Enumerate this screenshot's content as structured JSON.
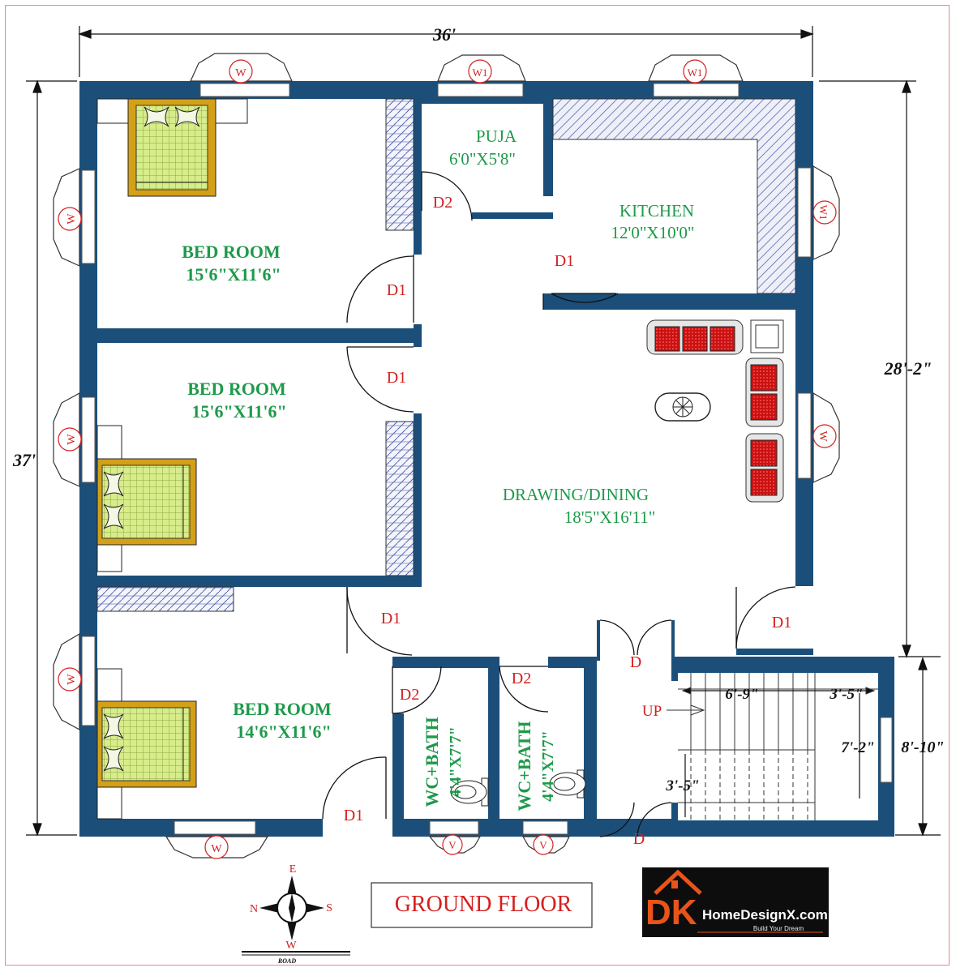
{
  "dimensions": {
    "width": "36'",
    "depth": "37'",
    "right_upper": "28'-2\"",
    "right_lower": "8'-10\"",
    "stair_width": "6'-9\"",
    "stair_landing": "3'-5\"",
    "stair_run": "7'-2\"",
    "stair_lower": "3'-5\""
  },
  "rooms": {
    "bed1": {
      "name": "BED ROOM",
      "size": "15'6\"X11'6\""
    },
    "bed2": {
      "name": "BED ROOM",
      "size": "15'6\"X11'6\""
    },
    "bed3": {
      "name": "BED ROOM",
      "size": "14'6\"X11'6\""
    },
    "puja": {
      "name": "PUJA",
      "size": "6'0\"X5'8\""
    },
    "kitchen": {
      "name": "KITCHEN",
      "size": "12'0\"X10'0\""
    },
    "drawing": {
      "name": "DRAWING/DINING",
      "size": "18'5\"X16'11\""
    },
    "wc1": {
      "name": "WC+BATH",
      "size": "4'4\"X7'7\""
    },
    "wc2": {
      "name": "WC+BATH",
      "size": "4'4\"X7'7\""
    }
  },
  "doors": {
    "d1": "D1",
    "d2": "D2",
    "d": "D"
  },
  "windows": {
    "w": "W",
    "w1": "W1",
    "v": "V"
  },
  "stair_label": "UP",
  "title": "GROUND FLOOR",
  "compass": {
    "north": "N",
    "south": "S",
    "east": "E",
    "west": "W"
  },
  "road_label": "ROAD",
  "brand": {
    "letters": "DK",
    "name": "HomeDesignX.com",
    "tagline": "Build Your Dream"
  },
  "colors": {
    "wall": "#1b4f7a",
    "room_text": "#1e9a4a",
    "label_red": "#d42020",
    "bed_frame": "#d4a017",
    "bed_mattress": "#d7ec8a",
    "sofa_red": "#cc1111",
    "hatch": "#7b7fbf"
  }
}
